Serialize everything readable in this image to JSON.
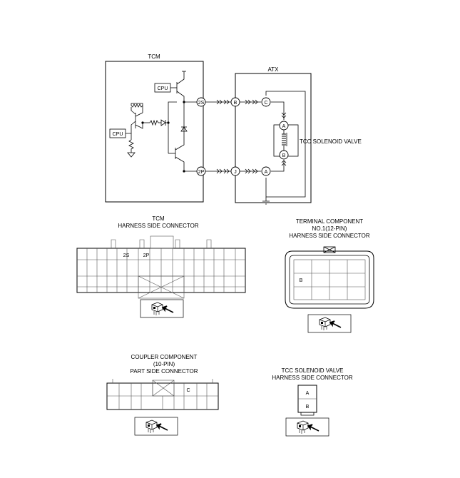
{
  "schematic": {
    "tcm_label": "TCM",
    "atx_label": "ATX",
    "cpu_label": "CPU",
    "pin_2s": "2S",
    "pin_2p": "2P",
    "conn_b": "B",
    "conn_c": "C",
    "conn_j": "J",
    "conn_a": "A",
    "sol_a": "A",
    "sol_b": "B",
    "valve_label": "TCC SOLENOID VALVE"
  },
  "tcm_connector": {
    "title_line1": "TCM",
    "title_line2": "HARNESS SIDE CONNECTOR",
    "pin_2s": "2S",
    "pin_2p": "2P"
  },
  "terminal_connector": {
    "title_line1": "TERMINAL COMPONENT",
    "title_line2": "NO.1(12-PIN)",
    "title_line3": "HARNESS SIDE CONNECTOR",
    "pin_b": "B"
  },
  "coupler_connector": {
    "title_line1": "COUPLER COMPONENT",
    "title_line2": "(10-PIN)",
    "title_line3": "PART SIDE CONNECTOR",
    "pin_c": "C"
  },
  "solenoid_connector": {
    "title_line1": "TCC SOLENOID VALVE",
    "title_line2": "HARNESS SIDE CONNECTOR",
    "pin_a": "A",
    "pin_b": "B"
  }
}
